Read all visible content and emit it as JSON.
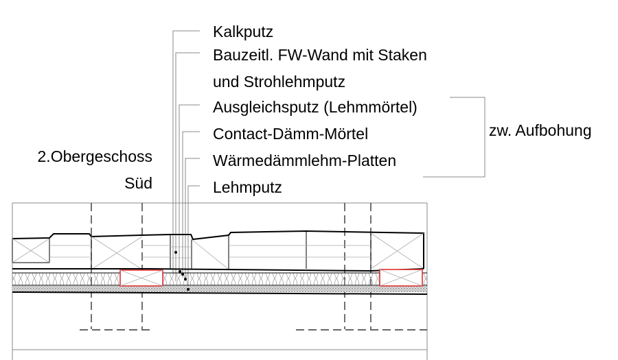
{
  "title": {
    "line1": "2.Obergeschoss",
    "line2": "Süd"
  },
  "layers": [
    "Kalkputz",
    "Bauzeitl. FW-Wand mit Staken",
    "und Strohlehmputz",
    "Ausgleichsputz (Lehmmörtel)",
    "Contact-Dämm-Mörtel",
    "Wärmedämmlehm-Platten",
    "Lehmputz"
  ],
  "bracket_label": "zw. Aufbohung",
  "colors": {
    "accent_red": "#dd2222"
  }
}
